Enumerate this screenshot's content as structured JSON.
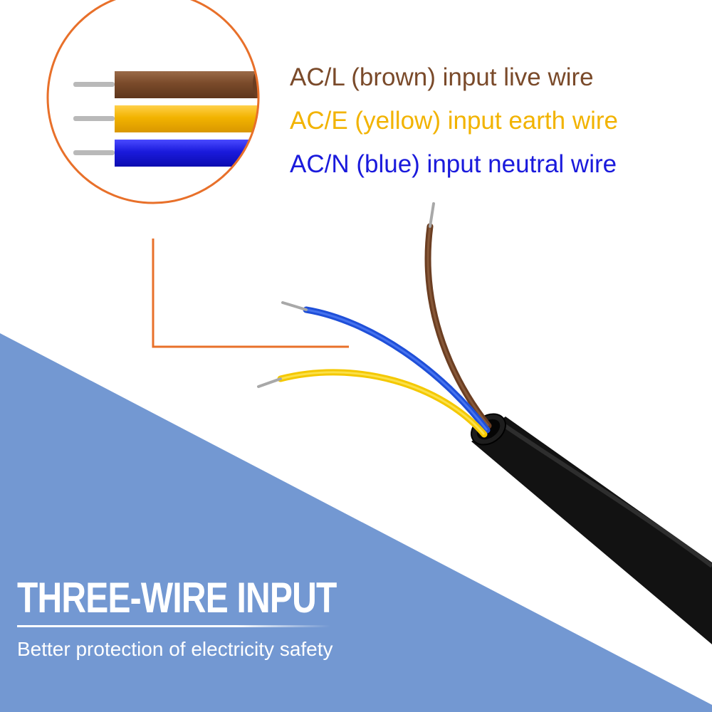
{
  "colors": {
    "background": "#ffffff",
    "panel_blue": "#7398d2",
    "callout_orange": "#e8702a",
    "live_brown": "#7a4a2a",
    "earth_yellow": "#f2b300",
    "neutral_blue": "#1a1adc",
    "cable_black": "#111111",
    "copper_core": "#b9b9b9"
  },
  "wire_labels": [
    {
      "text": "AC/L (brown) input live wire",
      "color": "#7a4a2a",
      "icon": "brown-wire-icon"
    },
    {
      "text": "AC/E (yellow) input earth wire",
      "color": "#f2b300",
      "icon": "yellow-wire-icon"
    },
    {
      "text": "AC/N (blue) input neutral wire",
      "color": "#1a1adc",
      "icon": "blue-wire-icon"
    }
  ],
  "banner": {
    "headline": "THREE-WIRE INPUT",
    "subline": "Better protection of electricity safety"
  }
}
